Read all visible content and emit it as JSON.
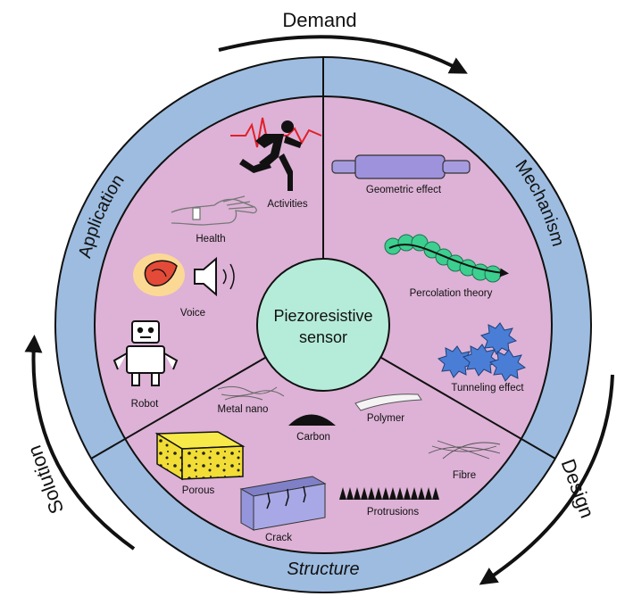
{
  "arrows": {
    "demand": "Demand",
    "design": "Design",
    "solution": "Solution"
  },
  "ring": {
    "application": "Application",
    "mechanism": "Mechanism",
    "structure": "Structure"
  },
  "center": {
    "line1": "Piezoresistive",
    "line2": "sensor"
  },
  "application": {
    "activities": "Activities",
    "health": "Health",
    "voice": "Voice",
    "robot": "Robot"
  },
  "mechanism": {
    "geometric": "Geometric effect",
    "percolation": "Percolation theory",
    "tunneling": "Tunneling effect"
  },
  "structure": {
    "metal_nano": "Metal nano",
    "carbon": "Carbon",
    "polymer": "Polymer",
    "fibre": "Fibre",
    "porous": "Porous",
    "crack": "Crack",
    "protrusions": "Protrusions"
  },
  "colors": {
    "ring": "#9dbce0",
    "inner": "#ddb2d6",
    "center": "#b5ecd9",
    "outline": "#111111"
  }
}
